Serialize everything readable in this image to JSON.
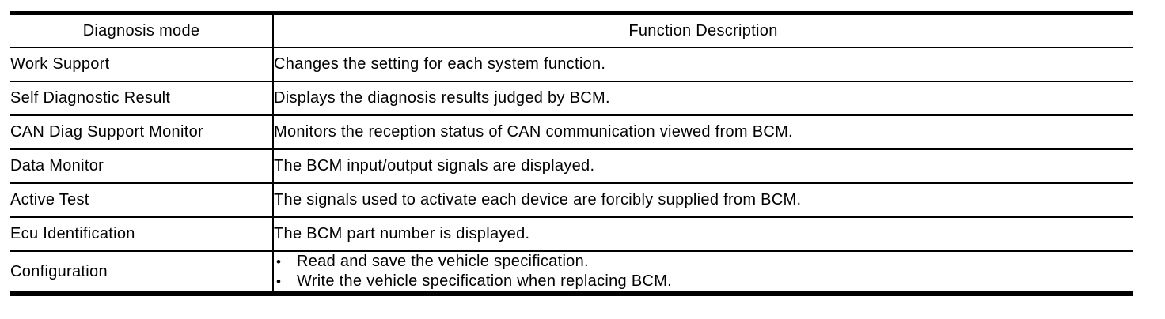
{
  "document": {
    "background": "#ffffff",
    "text_color": "#000000",
    "border_color": "#000000"
  },
  "table": {
    "columns": [
      {
        "id": "diagnosis_mode",
        "label": "Diagnosis mode"
      },
      {
        "id": "function_description",
        "label": "Function Description"
      }
    ],
    "bullet_char": "•",
    "rows": [
      {
        "mode": "Work Support",
        "descriptions": [
          "Changes the setting for each system function."
        ],
        "bulleted": false
      },
      {
        "mode": "Self Diagnostic Result",
        "descriptions": [
          "Displays the diagnosis results judged by BCM."
        ],
        "bulleted": false
      },
      {
        "mode": "CAN Diag Support Monitor",
        "descriptions": [
          "Monitors the reception status of CAN communication viewed from BCM."
        ],
        "bulleted": false
      },
      {
        "mode": "Data Monitor",
        "descriptions": [
          "The BCM input/output signals are displayed."
        ],
        "bulleted": false
      },
      {
        "mode": "Active Test",
        "descriptions": [
          "The signals used to activate each device are forcibly supplied from BCM."
        ],
        "bulleted": false
      },
      {
        "mode": "Ecu Identification",
        "descriptions": [
          "The BCM part number is displayed."
        ],
        "bulleted": false
      },
      {
        "mode": "Configuration",
        "descriptions": [
          "Read and save the vehicle specification.",
          "Write the vehicle specification when replacing BCM."
        ],
        "bulleted": true
      }
    ]
  }
}
